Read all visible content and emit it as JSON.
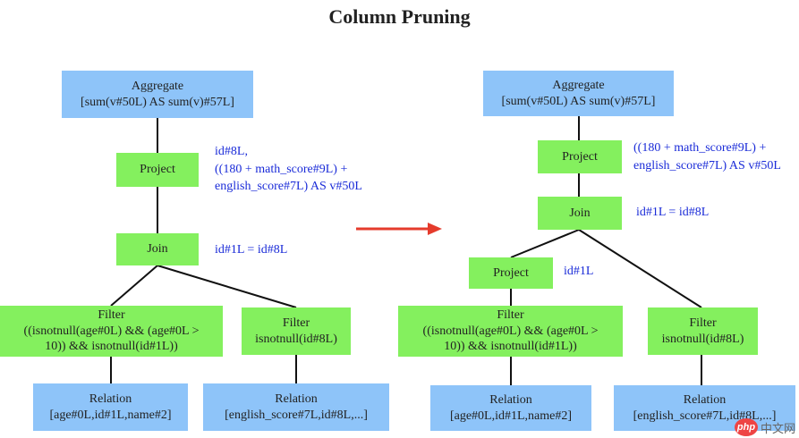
{
  "title": "Column Pruning",
  "left_tree": {
    "aggregate": {
      "label": "Aggregate",
      "detail": "[sum(v#50L) AS sum(v)#57L]"
    },
    "project": {
      "label": "Project",
      "note": "id#8L,\n((180 + math_score#9L) +\nenglish_score#7L) AS v#50L"
    },
    "join": {
      "label": "Join",
      "note": "id#1L = id#8L"
    },
    "filter_left": {
      "label": "Filter",
      "detail": "((isnotnull(age#0L) && (age#0L >\n10)) && isnotnull(id#1L))"
    },
    "filter_right": {
      "label": "Filter",
      "detail": "isnotnull(id#8L)"
    },
    "relation_left": {
      "label": "Relation",
      "detail": "[age#0L,id#1L,name#2]"
    },
    "relation_right": {
      "label": "Relation",
      "detail": "[english_score#7L,id#8L,...]"
    }
  },
  "right_tree": {
    "aggregate": {
      "label": "Aggregate",
      "detail": "[sum(v#50L) AS sum(v)#57L]"
    },
    "project_top": {
      "label": "Project",
      "note": "((180 + math_score#9L) +\nenglish_score#7L) AS v#50L"
    },
    "join": {
      "label": "Join",
      "note": "id#1L = id#8L"
    },
    "project_left": {
      "label": "Project",
      "note": "id#1L"
    },
    "filter_left": {
      "label": "Filter",
      "detail": "((isnotnull(age#0L) && (age#0L >\n10)) && isnotnull(id#1L))"
    },
    "filter_right": {
      "label": "Filter",
      "detail": "isnotnull(id#8L)"
    },
    "relation_left": {
      "label": "Relation",
      "detail": "[age#0L,id#1L,name#2]"
    },
    "relation_right": {
      "label": "Relation",
      "detail": "[english_score#7L,id#8L,...]"
    }
  },
  "colors": {
    "relation": "#8ec4f9",
    "operator": "#84f05e",
    "note": "#1a2bd8",
    "arrow": "#e53b2c"
  },
  "watermark": {
    "logo": "php",
    "text": "中文网"
  }
}
